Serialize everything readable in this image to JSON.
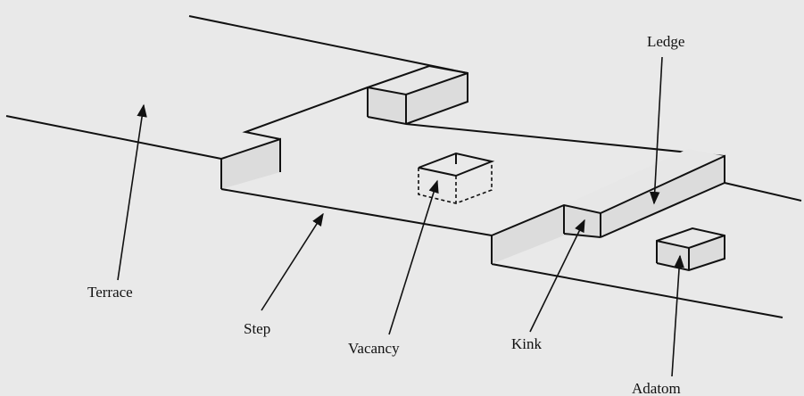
{
  "labels": {
    "terrace": "Terrace",
    "step": "Step",
    "vacancy": "Vacancy",
    "kink": "Kink",
    "ledge": "Ledge",
    "adatom": "Adatom"
  },
  "colors": {
    "background": "#e9e9e9",
    "line": "#111111"
  }
}
